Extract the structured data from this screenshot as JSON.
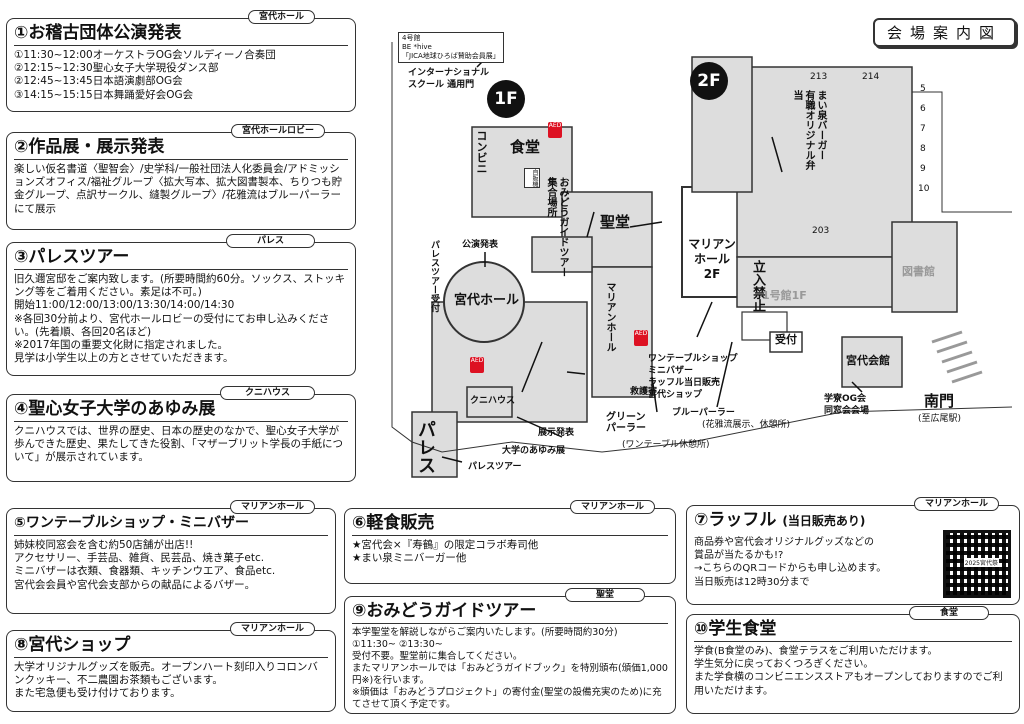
{
  "box1": {
    "title": "①お稽古団体公演発表",
    "tag": "宮代ホール",
    "lines": [
      "①11:30~12:00オーケストラOG会ソルディーノ合奏団",
      "②12:15~12:30聖心女子大学現役ダンス部",
      "②12:45~13:45日本語演劇部OG会",
      "③14:15~15:15日本舞踊愛好会OG会"
    ]
  },
  "box2": {
    "title": "②作品展・展示発表",
    "tag": "宮代ホールロビー",
    "body": "楽しい仮名書道〈聖智会〉/史学科/一般社団法人化委員会/アドミッションズオフィス/福祉グループ〈拡大写本、拡大図書製本、ちりつも貯金グループ、点訳サークル、縫製グループ〉/花雅流はブルーパーラーにて展示"
  },
  "box3": {
    "title": "③パレスツアー",
    "tag": "パレス",
    "lines": [
      "旧久邇宮邸をご案内致します。(所要時間約60分。ソックス、ストッキング等をご着用ください。素足は不可。)",
      "開始11:00/12:00/13:00/13:30/14:00/14:30",
      "※各回30分前より、宮代ホールロビーの受付にてお申し込みください。(先着順、各回20名ほど)",
      "※2017年国の重要文化財に指定されました。",
      "見学は小学生以上の方とさせていただきます。"
    ]
  },
  "box4": {
    "title": "④聖心女子大学のあゆみ展",
    "tag": "クニハウス",
    "body": "クニハウスでは、世界の歴史、日本の歴史のなかで、聖心女子大学が歩んできた歴史、果たしてきた役割、「マザーブリット学長の手紙について」が展示されています。"
  },
  "box5": {
    "title": "⑤ワンテーブルショップ・ミニバザー",
    "tag": "マリアンホール",
    "lines": [
      "姉妹校同窓会を含む約50店舗が出店!!",
      "アクセサリー、手芸品、雑貨、民芸品、焼き菓子etc.",
      "ミニバザーは衣類、食器類、キッチンウエア、食品etc.",
      "宮代会会員や宮代会支部からの献品によるバザー。"
    ]
  },
  "box6": {
    "title": "⑥軽食販売",
    "tag": "マリアンホール",
    "lines": [
      "★宮代会×『寿鶴』の限定コラボ寿司他",
      "★まい泉ミニバーガー他"
    ]
  },
  "box7": {
    "title": "⑦ラッフル",
    "subtitle": "(当日販売あり)",
    "tag": "マリアンホール",
    "lines": [
      "商品券や宮代会オリジナルグッズなどの",
      "賞品が当たるかも!?",
      "→こちらのQRコードからも申し込めます。",
      "当日販売は12時30分まで"
    ],
    "qr_caption": "2025宮代祭"
  },
  "box8": {
    "title": "⑧宮代ショップ",
    "tag": "マリアンホール",
    "lines": [
      "大学オリジナルグッズを販売。オープンハート刻印入りコロンバンクッキー、不二農園お茶類もございます。",
      "また宅急便も受け付けております。"
    ]
  },
  "box9": {
    "title": "⑨おみどうガイドツアー",
    "tag": "聖堂",
    "lines": [
      "本学聖堂を解説しながらご案内いたします。(所要時間約30分)",
      "①11:30~ ②13:30~",
      "受付不要。聖堂前に集合してください。",
      "またマリアンホールでは「おみどうガイドブック」を特別頒布(頒価1,000円※)を行います。",
      "※頒価は「おみどうプロジェクト」の寄付金(聖堂の設備充実のため)に充てさせて頂く予定です。"
    ]
  },
  "box10": {
    "title": "⑩学生食堂",
    "tag": "食堂",
    "lines": [
      "学食(B食堂のみ)、食堂テラスをご利用いただけます。",
      "学生気分に戻っておくつろぎください。",
      "また学食横のコンビニエンスストアもオープンしておりますのでご利用いただけます。"
    ]
  },
  "map": {
    "header": "会場案内図",
    "floor1": "1F",
    "floor2": "2F",
    "bldg4": "4号館",
    "bldg4_sub1": "BE *hive",
    "bldg4_sub2": "「JICA地球ひろば賛助会員展」",
    "intl_school": "インターナショナル",
    "intl_school2": "スクール 通用門",
    "conbini": "コンビニ",
    "shokudo": "食堂",
    "seido": "聖堂",
    "omido_guide": "おみどうガイドツアー集合場所",
    "koen": "公演発表",
    "palace_tour_uketsuke": "パレスツアー受付",
    "miyashiro_hall": "宮代ホール",
    "marian_hall": "マリアンホール",
    "marian_hall_2f": "マリアン ホール 2F",
    "tachiiri_kinshi": "立入禁止",
    "uketsuke": "受付",
    "kyugo": "救護室",
    "maisen": "まい泉バーガー 有職オリジナル弁当",
    "room_213": "213",
    "room_214": "214",
    "room_203": "203",
    "nums": [
      "5",
      "6",
      "7",
      "8",
      "9",
      "10"
    ],
    "toshokan": "図書館",
    "gokan_1f": "1号館1F",
    "one_table": "ワンテーブルショップ",
    "mini_bazaar": "ミニバザー",
    "raffle": "ラッフル当日販売",
    "miyashiro_shop": "宮代ショップ",
    "blue_parlor": "ブルーパーラー",
    "blue_parlor_sub": "(花雅流展示、休憩所)",
    "green_parlor": "グリーン パーラー",
    "green_parlor_sub": "(ワンテーブル休憩所)",
    "kuni_house": "クニハウス",
    "tenji": "展示発表",
    "ayumi": "大学のあゆみ展",
    "palace": "パレス",
    "palace_tour": "パレスツアー",
    "miyashiro_kaikan": "宮代会館",
    "gakuryo": "学寮OG会",
    "dosokai": "同窓会会場",
    "nanmon": "南門",
    "nanmon_sub": "(至広尾駅)",
    "hanbaiki": "自販機",
    "aed": "AED"
  }
}
